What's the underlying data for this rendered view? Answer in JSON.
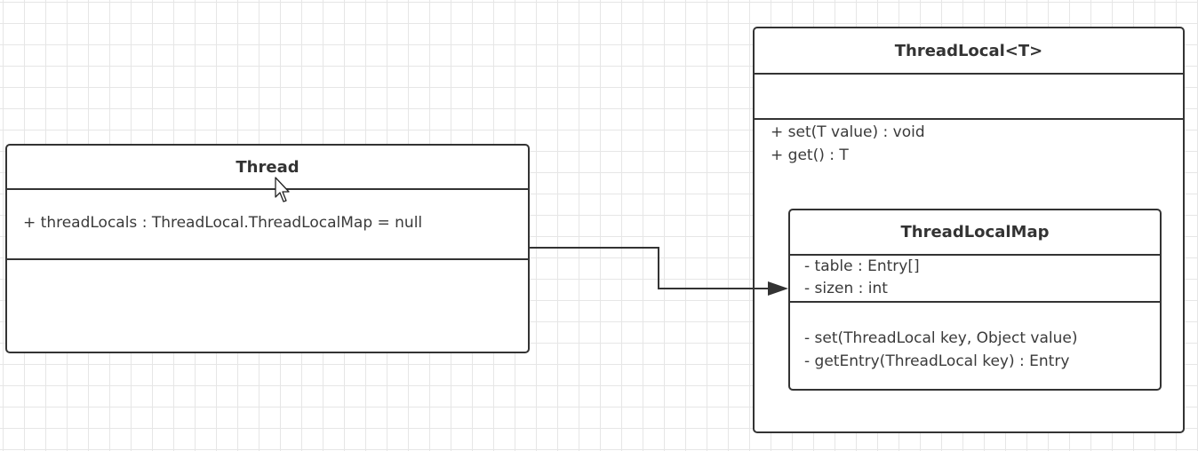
{
  "diagram": {
    "classes": {
      "thread": {
        "name": "Thread",
        "attributes": [
          "+ threadLocals : ThreadLocal.ThreadLocalMap = null"
        ],
        "operations": []
      },
      "thread_local": {
        "name": "ThreadLocal<T>",
        "attributes": [],
        "operations": [
          "+ set(T value) : void",
          "+ get() : T"
        ]
      },
      "thread_local_map": {
        "name": "ThreadLocalMap",
        "attributes": [
          "- table : Entry[]",
          "- sizen : int"
        ],
        "operations": [
          "- set(ThreadLocal key, Object value)",
          "- getEntry(ThreadLocal key) :  Entry"
        ]
      }
    },
    "relations": [
      {
        "from": "thread",
        "to": "thread_local_map",
        "type": "association"
      }
    ]
  },
  "colors": {
    "stroke": "#333333",
    "text": "#333333",
    "grid": "#e6e6e6",
    "background": "#ffffff"
  },
  "icons": [
    "mouse-pointer-icon"
  ]
}
